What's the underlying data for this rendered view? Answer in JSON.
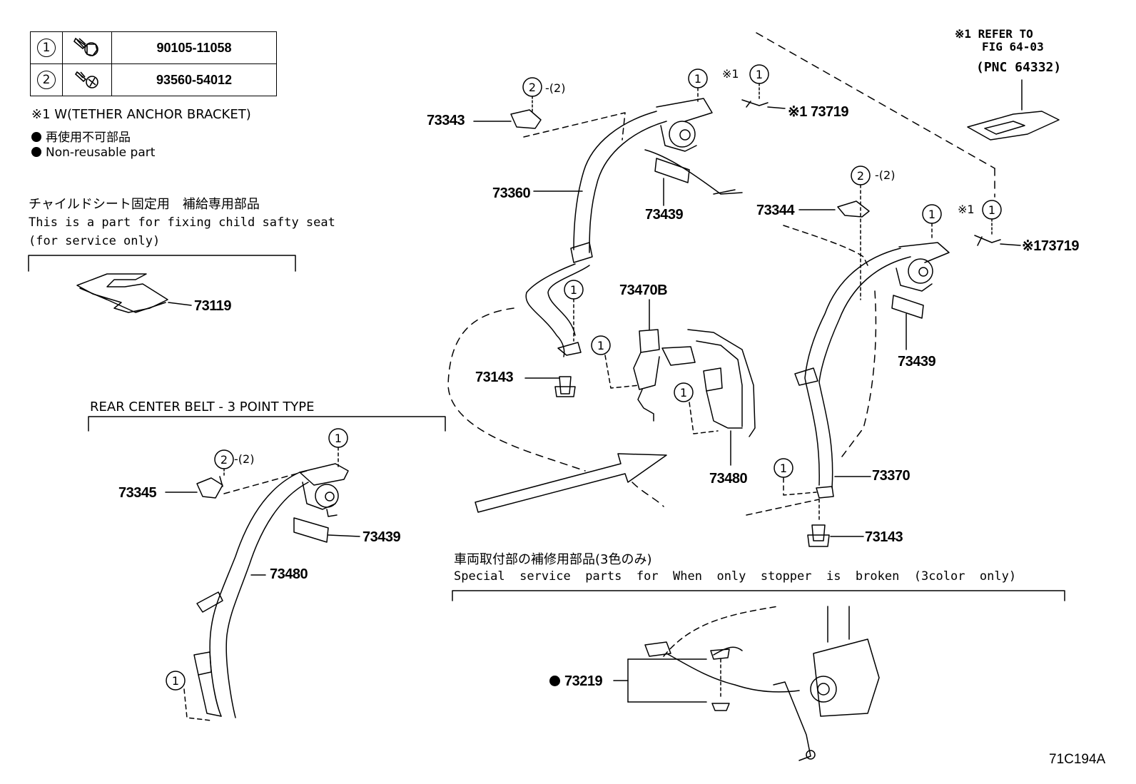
{
  "fastener_table": [
    {
      "index": "1",
      "icon": "bolt-icon",
      "part_no": "90105-11058"
    },
    {
      "index": "2",
      "icon": "screw-icon",
      "part_no": "93560-54012"
    }
  ],
  "notes": {
    "tether_note": "※1 W(TETHER ANCHOR BRACKET)",
    "non_reusable_jp": "再使用不可部品",
    "non_reusable_en": "Non-reusable part"
  },
  "child_seat": {
    "title_jp": "チャイルドシート固定用　補給専用部品",
    "desc_en": "This is a part for fixing child safty seat",
    "desc_en2": "(for service only)",
    "part": "73119"
  },
  "rear_center": {
    "title": "REAR CENTER BELT - 3 POINT TYPE",
    "parts": {
      "p73345": "73345",
      "p73439": "73439",
      "p73480": "73480",
      "screw_qty": "-(2)"
    }
  },
  "refer": {
    "line1": "※1 REFER TO",
    "line2": "FIG 64-03",
    "line3": "(PNC 64332)"
  },
  "main_parts": {
    "p73343": "73343",
    "p73360": "73360",
    "p73439a": "73439",
    "p73719a": "※1 73719",
    "p73344": "73344",
    "p73470b": "73470B",
    "p73143a": "73143",
    "p73480": "73480",
    "p73439b": "73439",
    "p73719b": "※173719",
    "p73370": "73370",
    "p73143b": "73143",
    "screw_qty_a": "-(2)",
    "screw_qty_b": "-(2)",
    "mark1a": "※1",
    "mark1b": "※1"
  },
  "special": {
    "title_jp": "車両取付部の補修用部品(3色のみ)",
    "title_en": "Special  service  parts  for  When  only  stopper  is  broken  (3color  only)",
    "part": "73219"
  },
  "figure_code": "71C194A"
}
